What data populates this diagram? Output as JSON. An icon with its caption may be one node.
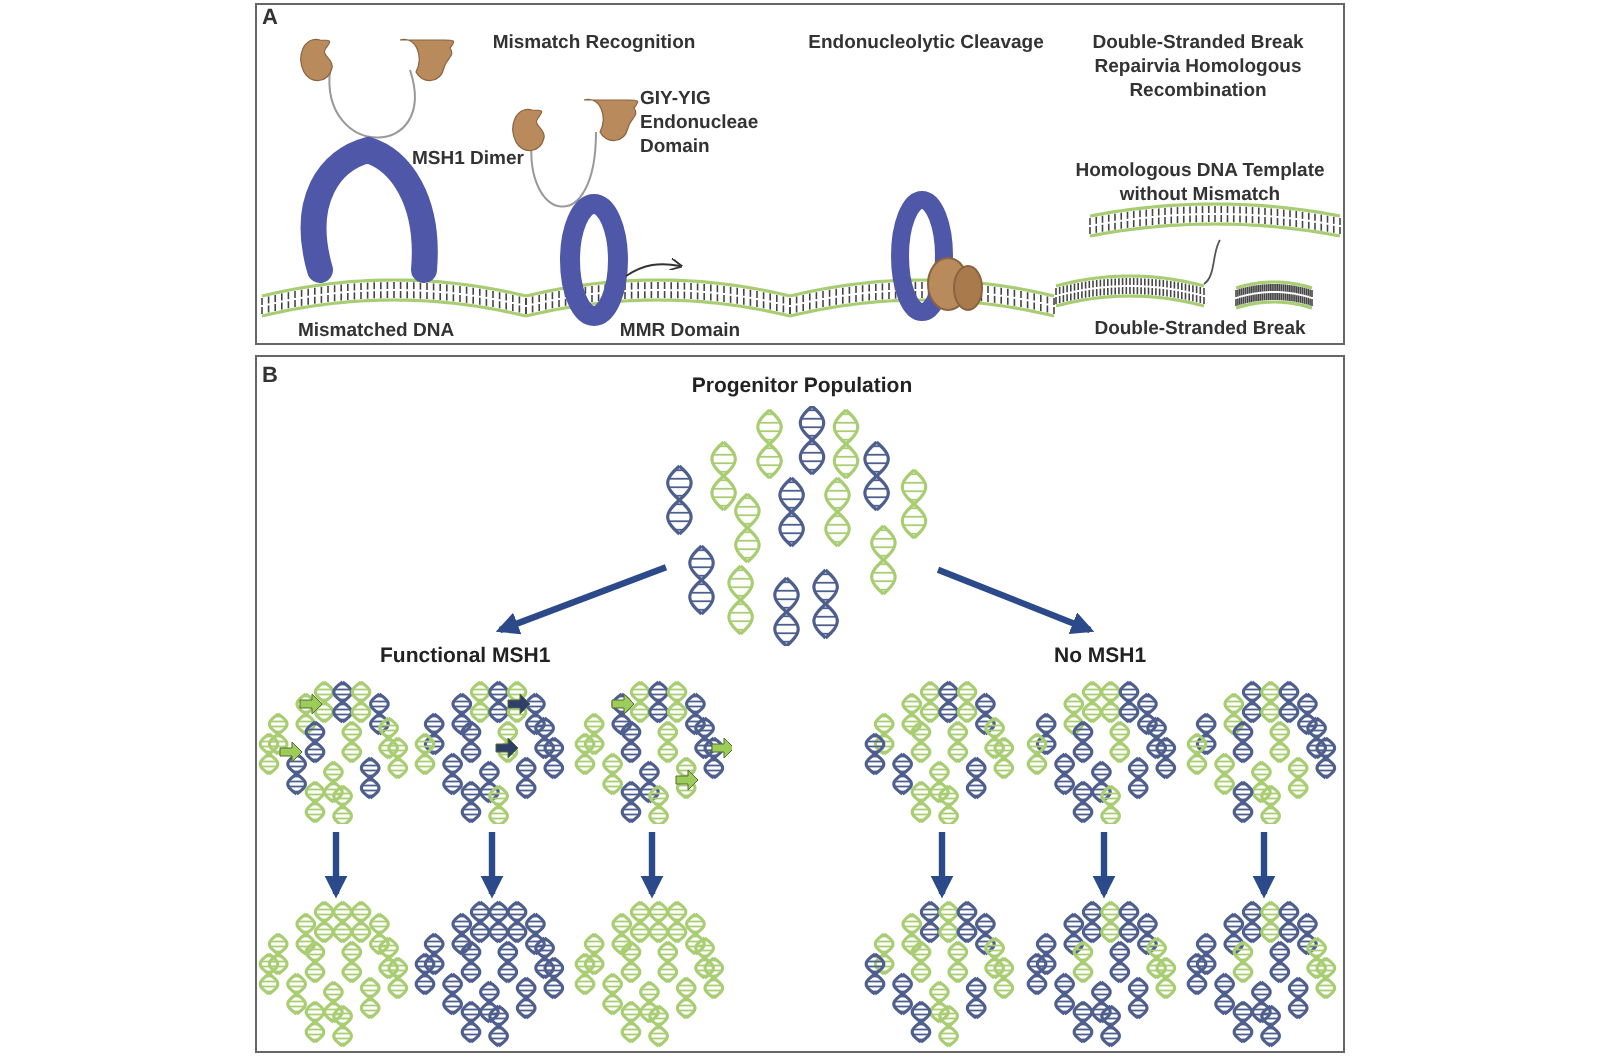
{
  "diagram": {
    "nodes": [
      {
        "text": [
          "Progenitor Population"
        ]
      },
      {
        "text": [
          "Functional MSH1"
        ]
      },
      {
        "text": [
          "No MSH1"
        ]
      },
      {
        "text": [],
        "shape": "picture"
      },
      {
        "text": [],
        "shape": "picture"
      },
      {
        "text": [],
        "shape": "picture"
      },
      {
        "text": [],
        "shape": "picture"
      },
      {
        "text": [],
        "shape": "picture"
      },
      {
        "text": [],
        "shape": "picture"
      },
      {
        "text": [],
        "shape": "picture"
      },
      {
        "text": [],
        "shape": "picture"
      },
      {
        "text": [],
        "shape": "picture"
      },
      {
        "text": [],
        "shape": "picture"
      },
      {
        "text": [],
        "shape": "picture"
      },
      {
        "text": [],
        "shape": "picture"
      }
    ],
    "edges": [
      {
        "from": 0,
        "to": 1,
        "arrow": "to"
      },
      {
        "from": 0,
        "to": 2,
        "arrow": "to"
      },
      {
        "from": 3,
        "to": 9,
        "arrow": "to"
      },
      {
        "from": 4,
        "to": 10,
        "arrow": "to"
      },
      {
        "from": 5,
        "to": 11,
        "arrow": "to"
      },
      {
        "from": 6,
        "to": 12,
        "arrow": "to"
      },
      {
        "from": 7,
        "to": 13,
        "arrow": "to"
      },
      {
        "from": 8,
        "to": 14,
        "arrow": "to"
      }
    ],
    "labels": [
      "A",
      "Mismatch Recognition",
      "Endonucleolytic Cleavage",
      "Double-Stranded Break Repairvia Homologous Recombination",
      "GIY-YIG Endonucleae Domain",
      "MSH1 Dimer",
      "Homologous DNA Template without Mismatch",
      "Mismatched DNA",
      "MMR Domain",
      "Double-Stranded Break",
      "B"
    ]
  }
}
